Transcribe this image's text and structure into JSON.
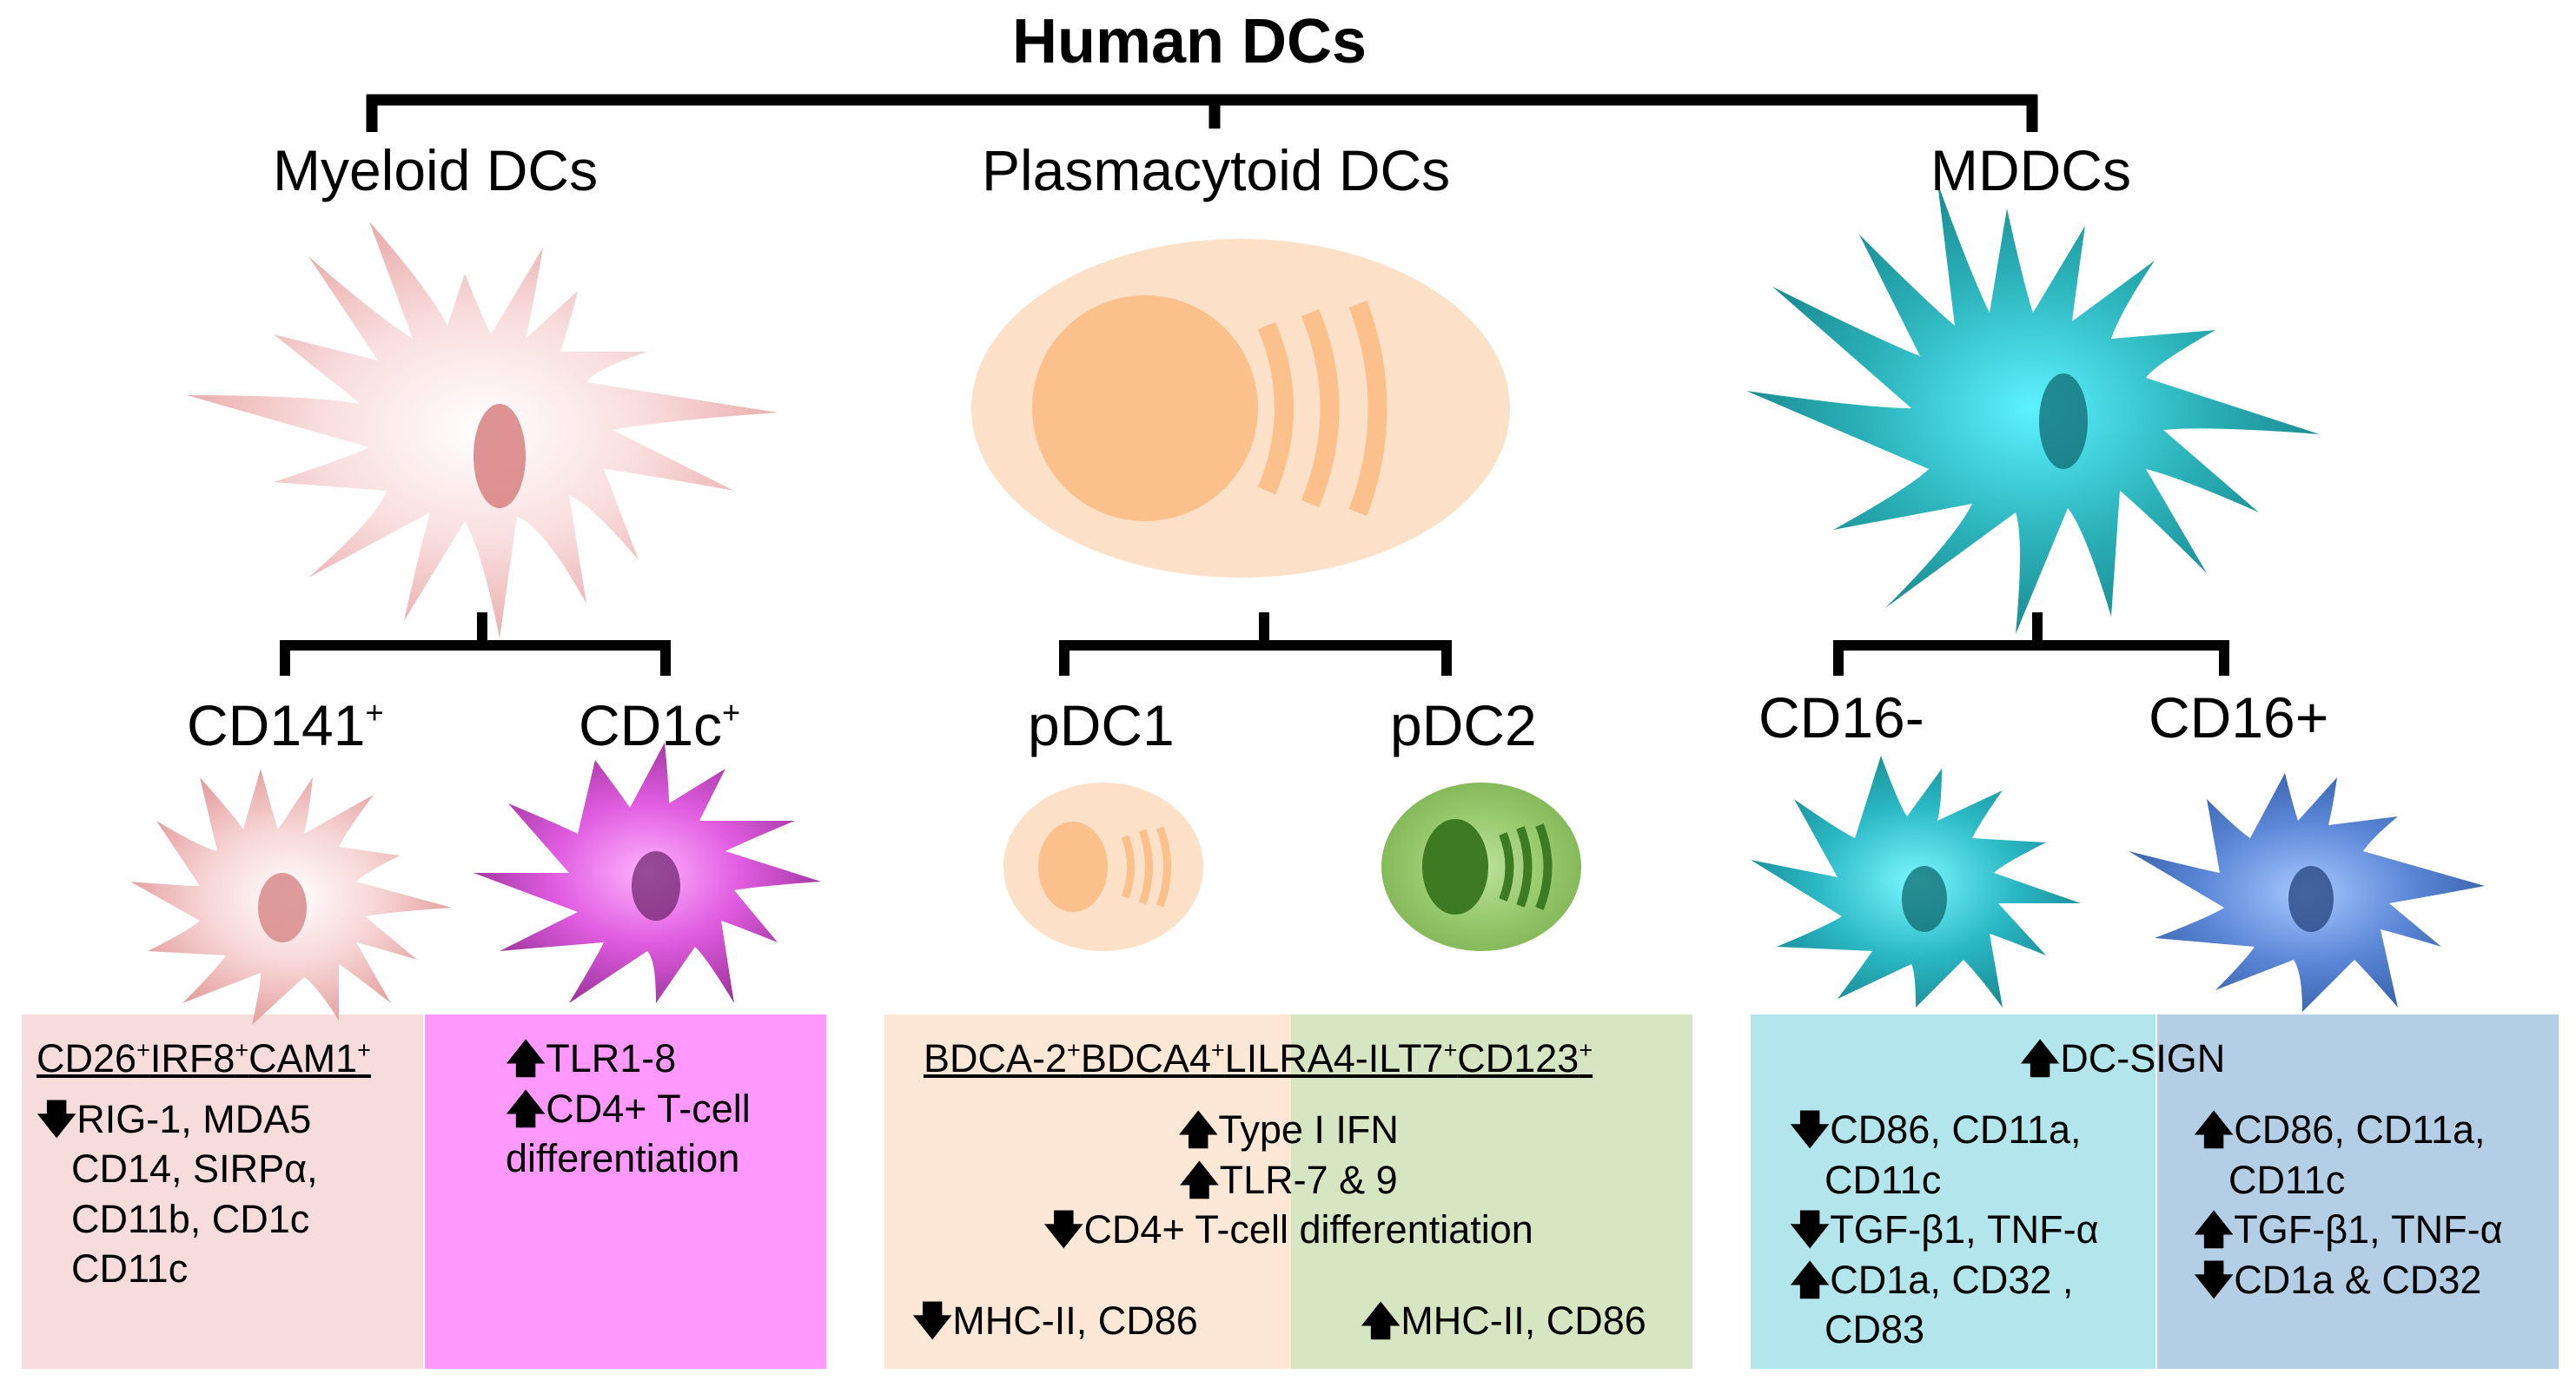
{
  "title": "Human DCs",
  "groups": {
    "myeloid": "Myeloid DCs",
    "plasmacytoid": "Plasmacytoid DCs",
    "mddc": "MDDCs"
  },
  "subtypes": {
    "cd141": "CD141",
    "cd141_sup": "+",
    "cd1c": "CD1c",
    "cd1c_sup": "+",
    "pdc1": "pDC1",
    "pdc2": "pDC2",
    "cd16neg": "CD16-",
    "cd16pos": "CD16+"
  },
  "colors": {
    "myeloid_cell": "#e8a3a3",
    "cd1c_cell": "#b040b0",
    "pdc_cell": "#fcc79d",
    "pdc2_cell": "#8cc063",
    "mddc_cell": "#2aa8b0",
    "cd16pos_cell": "#4a78c8",
    "box_cd141": "#f7dcdc",
    "box_cd1c": "#ff99ff",
    "box_pdc1": "#fde8d8",
    "box_pdc2": "#d7e6c2",
    "box_cd16neg": "#b2e6ec",
    "box_cd16pos": "#b4cee6"
  },
  "boxes": {
    "cd141": {
      "header": [
        "CD26",
        "+",
        "IRF8",
        "+",
        "CAM1",
        "+"
      ],
      "line1": "RIG-1, MDA5",
      "line2": "CD14, SIRPα,",
      "line3": "CD11b, CD1c",
      "line4": "CD11c"
    },
    "cd1c": {
      "line1": "TLR1-8",
      "line2": "CD4+ T-cell",
      "line3": "differentiation"
    },
    "pdc": {
      "header": [
        "BDCA-2",
        "+",
        "BDCA4",
        "+",
        "LILRA4-ILT7",
        "+",
        "CD123",
        "+"
      ],
      "line1": "Type I IFN",
      "line2": "TLR-7 & 9",
      "line3": "CD4+ T-cell differentiation",
      "pdc1_line": "MHC-II, CD86",
      "pdc2_line": "MHC-II, CD86"
    },
    "mddc": {
      "header": "DC-SIGN",
      "neg_line1": "CD86, CD11a,",
      "neg_line2": "CD11c",
      "neg_line3": "TGF-β1, TNF-α",
      "neg_line4": "CD1a, CD32 ,",
      "neg_line5": "CD83",
      "pos_line1": "CD86, CD11a,",
      "pos_line2": "CD11c",
      "pos_line3": "TGF-β1, TNF-α",
      "pos_line4": "CD1a & CD32"
    }
  }
}
